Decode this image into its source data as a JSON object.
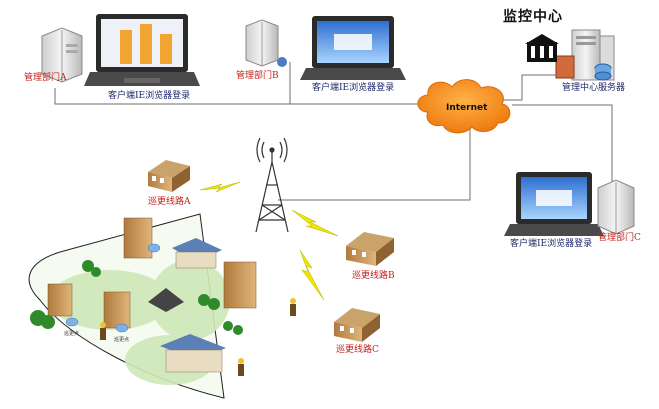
{
  "title": "监控中心",
  "server_label": "管理中心服务器",
  "internet_label": "Internet",
  "departments": {
    "a": "管理部门A",
    "b": "管理部门B",
    "c": "管理部门C"
  },
  "client_label": "客户端IE浏览器登录",
  "routes": {
    "a": "巡更线路A",
    "b": "巡更线路B",
    "c": "巡更线路C"
  },
  "points": {
    "p1": "巡更点",
    "p2": "巡更点"
  },
  "colors": {
    "label_red": "#c0221c",
    "label_blue": "#1f2a6b",
    "cloud": "#f28a1c",
    "network_line": "#666666",
    "lightning": "#e8e000"
  }
}
